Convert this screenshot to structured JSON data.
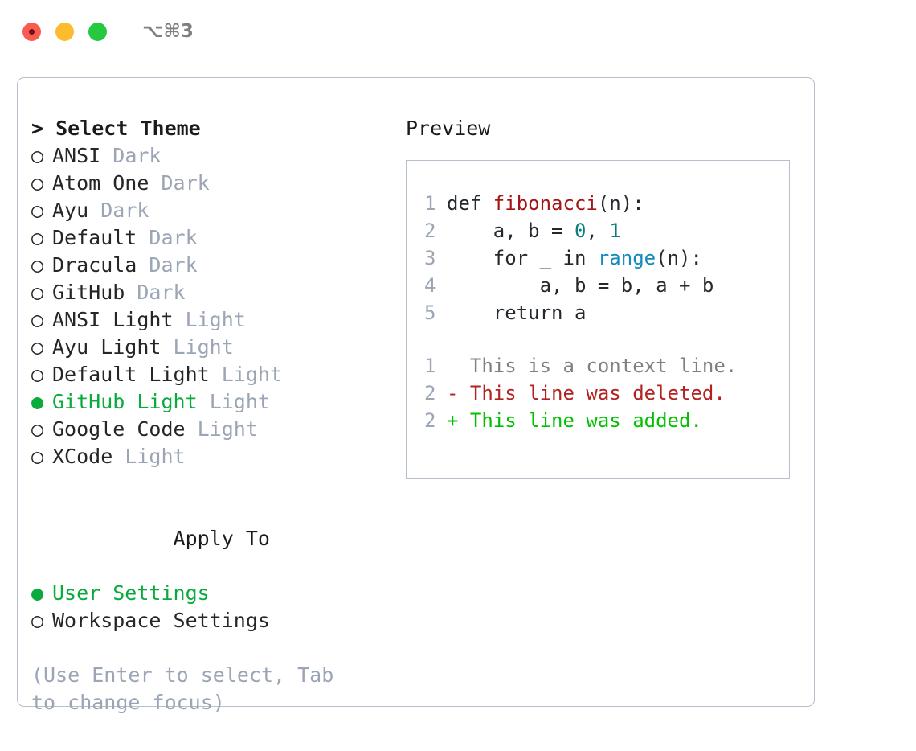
{
  "titlebar": {
    "shortcut": "⌥⌘3",
    "lights": [
      "close",
      "minimize",
      "zoom"
    ]
  },
  "left": {
    "heading": "> Select Theme",
    "themes": [
      {
        "marker": "○",
        "name": "ANSI",
        "tag": "Dark",
        "selected": false
      },
      {
        "marker": "○",
        "name": "Atom One",
        "tag": "Dark",
        "selected": false
      },
      {
        "marker": "○",
        "name": "Ayu",
        "tag": "Dark",
        "selected": false
      },
      {
        "marker": "○",
        "name": "Default",
        "tag": "Dark",
        "selected": false
      },
      {
        "marker": "○",
        "name": "Dracula",
        "tag": "Dark",
        "selected": false
      },
      {
        "marker": "○",
        "name": "GitHub",
        "tag": "Dark",
        "selected": false
      },
      {
        "marker": "○",
        "name": "ANSI Light",
        "tag": "Light",
        "selected": false
      },
      {
        "marker": "○",
        "name": "Ayu Light",
        "tag": "Light",
        "selected": false
      },
      {
        "marker": "○",
        "name": "Default Light",
        "tag": "Light",
        "selected": false
      },
      {
        "marker": "●",
        "name": "GitHub Light",
        "tag": "Light",
        "selected": true
      },
      {
        "marker": "○",
        "name": "Google Code",
        "tag": "Light",
        "selected": false
      },
      {
        "marker": "○",
        "name": "XCode",
        "tag": "Light",
        "selected": false
      }
    ],
    "apply_to": {
      "heading": "Apply To",
      "options": [
        {
          "marker": "●",
          "name": "User Settings",
          "selected": true
        },
        {
          "marker": "○",
          "name": "Workspace Settings",
          "selected": false
        }
      ]
    },
    "hint": "(Use Enter to select, Tab to change focus)"
  },
  "preview": {
    "title": "Preview",
    "code_lines": [
      {
        "num": "1",
        "tokens": [
          {
            "t": "def ",
            "c": "plain"
          },
          {
            "t": "fibonacci",
            "c": "fn"
          },
          {
            "t": "(n):",
            "c": "plain"
          }
        ]
      },
      {
        "num": "2",
        "tokens": [
          {
            "t": "    a, b = ",
            "c": "plain"
          },
          {
            "t": "0",
            "c": "num"
          },
          {
            "t": ", ",
            "c": "plain"
          },
          {
            "t": "1",
            "c": "num"
          }
        ]
      },
      {
        "num": "3",
        "tokens": [
          {
            "t": "    for _ in ",
            "c": "plain"
          },
          {
            "t": "range",
            "c": "call"
          },
          {
            "t": "(n):",
            "c": "plain"
          }
        ]
      },
      {
        "num": "4",
        "tokens": [
          {
            "t": "        a, b = b, a + b",
            "c": "plain"
          }
        ]
      },
      {
        "num": "5",
        "tokens": [
          {
            "t": "    return a",
            "c": "plain"
          }
        ]
      }
    ],
    "diff_lines": [
      {
        "num": "1",
        "sign": "  ",
        "text": "This is a context line.",
        "kind": "ctx"
      },
      {
        "num": "2",
        "sign": "- ",
        "text": "This line was deleted.",
        "kind": "del"
      },
      {
        "num": "2",
        "sign": "+ ",
        "text": "This line was added.",
        "kind": "add"
      }
    ]
  },
  "colors": {
    "accent_green": "#08ab3c",
    "muted": "#9ba5b5",
    "border": "#b6bfcc",
    "fn_red": "#a31515",
    "num_teal": "#0a7d7d",
    "call_blue": "#1389bd",
    "diff_del": "#b42121",
    "diff_add": "#00c000"
  }
}
